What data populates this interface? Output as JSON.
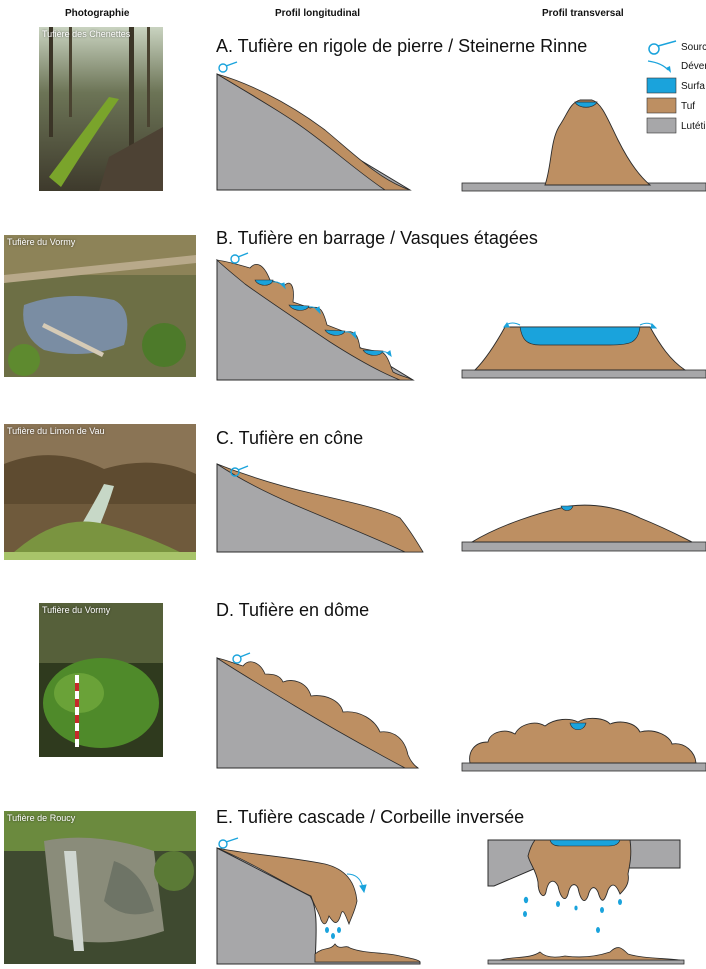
{
  "headers": {
    "photo": "Photographie",
    "longitudinal": "Profil longitudinal",
    "transversal": "Profil transversal"
  },
  "legend": {
    "items": [
      {
        "label": "Sourc",
        "icon": "spring-icon"
      },
      {
        "label": "Déver",
        "icon": "overflow-arrow-icon"
      },
      {
        "label": "Surfa",
        "color": "#1aa3dc"
      },
      {
        "label": "Tuf",
        "color": "#bd8f62"
      },
      {
        "label": "Lutéti",
        "color": "#a7a7a9"
      }
    ]
  },
  "colors": {
    "tuf": "#bd8f62",
    "lutetien": "#a7a7a9",
    "water": "#1aa3dc",
    "outline": "#2b2b2b"
  },
  "sections": [
    {
      "title": "A. Tufière en rigole de pierre / Steinerne Rinne",
      "photo_caption": "Tufière des Chenettes"
    },
    {
      "title": "B. Tufière en barrage / Vasques étagées",
      "photo_caption": "Tufière du Vormy"
    },
    {
      "title": "C. Tufière en cône",
      "photo_caption": "Tufière du Limon de Vau"
    },
    {
      "title": "D. Tufière en dôme",
      "photo_caption": "Tufière du Vormy"
    },
    {
      "title": "E. Tufière cascade / Corbeille inversée",
      "photo_caption": "Tufière de Roucy"
    }
  ]
}
